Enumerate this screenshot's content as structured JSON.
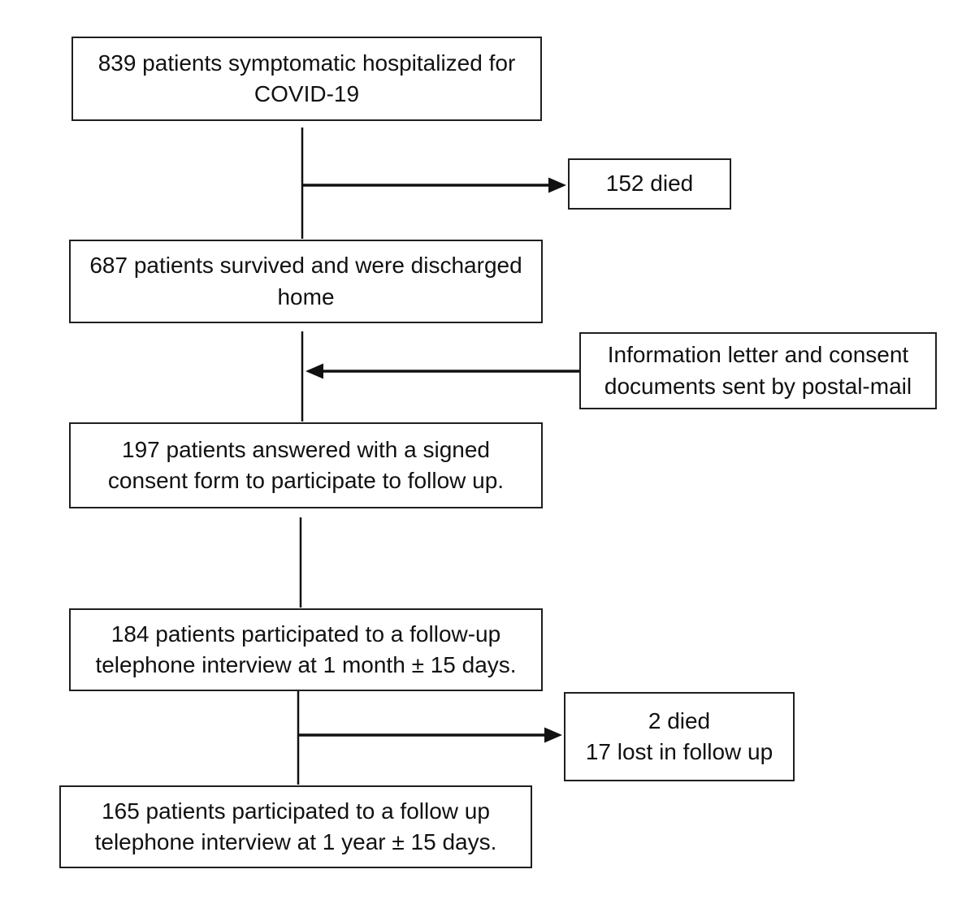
{
  "diagram": {
    "type": "patient-flowchart",
    "colors": {
      "background": "#ffffff",
      "box_border": "#1f1f1f",
      "text": "#111111",
      "arrow": "#111111"
    },
    "nodes": {
      "hospitalized": {
        "lines": [
          "839 patients symptomatic hospitalized for",
          "COVID-19"
        ]
      },
      "died": {
        "lines": [
          "152 died"
        ]
      },
      "survived": {
        "lines": [
          "687 patients survived and were discharged",
          "home"
        ]
      },
      "info_letter": {
        "lines": [
          "Information letter and consent",
          "documents sent by postal-mail"
        ]
      },
      "consented": {
        "lines": [
          "197 patients answered with a signed",
          "consent form to participate to follow up."
        ]
      },
      "followup_1month": {
        "lines": [
          "184 patients participated to a follow-up",
          "telephone interview at 1 month ± 15 days."
        ]
      },
      "attrition": {
        "lines": [
          "2 died",
          "17 lost in follow up"
        ]
      },
      "followup_1year": {
        "lines": [
          "165 patients participated to a follow up",
          "telephone interview at 1 year ± 15 days."
        ]
      }
    }
  }
}
